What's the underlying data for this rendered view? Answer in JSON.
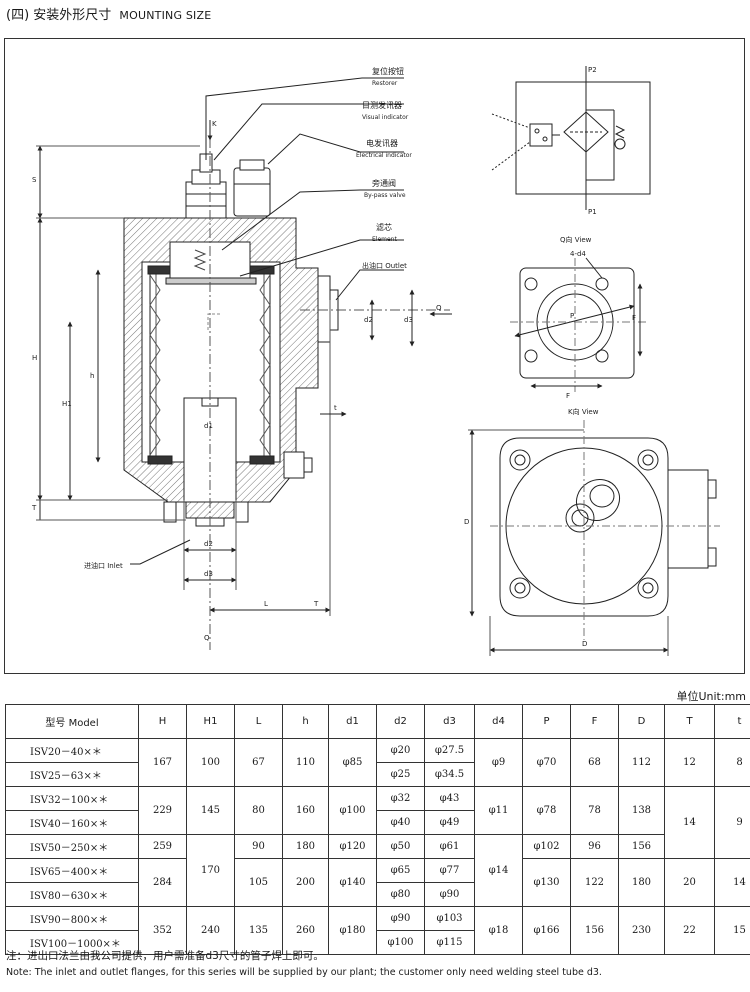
{
  "header": {
    "title_zh": "(四) 安装外形尺寸",
    "title_en": "MOUNTING SIZE"
  },
  "drawing": {
    "callouts": {
      "restorer_zh": "复位按钮",
      "restorer_en": "Restorer",
      "visual_zh": "目测发讯器",
      "visual_en": "Visual indicator",
      "electrical_zh": "电发讯器",
      "electrical_en": "Electrical indicator",
      "bypass_zh": "旁通阀",
      "bypass_en": "By-pass valve",
      "element_zh": "滤芯",
      "element_en": "Element",
      "outlet": "出油口 Outlet",
      "inlet": "进油口 Inlet"
    },
    "dims": {
      "K": "K",
      "S": "S",
      "H": "H",
      "H1": "H1",
      "h": "h",
      "T": "T",
      "t": "t",
      "d1": "d1",
      "d2": "d2",
      "d3": "d3",
      "L": "L",
      "Q": "Q",
      "F": "F",
      "D": "D",
      "d4": "4-d4",
      "P": "P",
      "P1": "P1",
      "P2": "P2"
    },
    "views": {
      "q_view": "Q向 View",
      "k_view": "K向 View"
    }
  },
  "table": {
    "unit": "单位Unit:mm",
    "headers": [
      "型号 Model",
      "H",
      "H1",
      "L",
      "h",
      "d1",
      "d2",
      "d3",
      "d4",
      "P",
      "F",
      "D",
      "T",
      "t"
    ],
    "models": [
      "ISV20－40×＊",
      "ISV25－63×＊",
      "ISV32－100×＊",
      "ISV40－160×＊",
      "ISV50－250×＊",
      "ISV65－400×＊",
      "ISV80－630×＊",
      "ISV90－800×＊",
      "ISV100－1000×＊"
    ],
    "H": [
      "167",
      "229",
      "259",
      "284",
      "352"
    ],
    "H1": [
      "100",
      "145",
      "170",
      "240"
    ],
    "L": [
      "67",
      "80",
      "90",
      "105",
      "135"
    ],
    "h": [
      "110",
      "160",
      "180",
      "200",
      "260"
    ],
    "d1": [
      "φ85",
      "φ100",
      "φ120",
      "φ140",
      "φ180"
    ],
    "d2": [
      "φ20",
      "φ25",
      "φ32",
      "φ40",
      "φ50",
      "φ65",
      "φ80",
      "φ90",
      "φ100"
    ],
    "d3": [
      "φ27.5",
      "φ34.5",
      "φ43",
      "φ49",
      "φ61",
      "φ77",
      "φ90",
      "φ103",
      "φ115"
    ],
    "d4": [
      "φ9",
      "φ11",
      "φ14",
      "φ18"
    ],
    "P": [
      "φ70",
      "φ78",
      "φ102",
      "φ130",
      "φ166"
    ],
    "F": [
      "68",
      "78",
      "96",
      "122",
      "156"
    ],
    "D": [
      "112",
      "138",
      "156",
      "180",
      "230"
    ],
    "T": [
      "12",
      "14",
      "20",
      "22"
    ],
    "t": [
      "8",
      "9",
      "14",
      "15"
    ]
  },
  "notes": {
    "zh": "注：进出口法兰由我公司提供，用户需准备d3尺寸的管子焊上即可。",
    "en": "Note: The inlet and outlet flanges,  for this series will be supplied by our plant; the customer only need welding steel tube d3."
  }
}
